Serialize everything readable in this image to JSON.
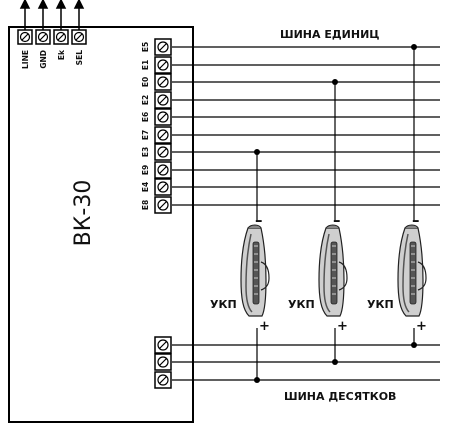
{
  "device": {
    "name": "ВК-30",
    "top_terminals": [
      "LINE",
      "GND",
      "Ek",
      "SEL"
    ],
    "unit_terminals": [
      "E5",
      "E1",
      "E0",
      "E2",
      "E6",
      "E7",
      "E3",
      "E9",
      "E4",
      "E8"
    ],
    "tens_terminal_count": 3
  },
  "buses": {
    "units_label": "ШИНА ЕДИНИЦ",
    "tens_label": "ШИНА ДЕСЯТКОВ"
  },
  "handsets": [
    {
      "label": "УКП",
      "minus": "–",
      "plus": "+"
    },
    {
      "label": "УКП",
      "minus": "–",
      "plus": "+"
    },
    {
      "label": "УКП",
      "minus": "–",
      "plus": "+"
    }
  ]
}
